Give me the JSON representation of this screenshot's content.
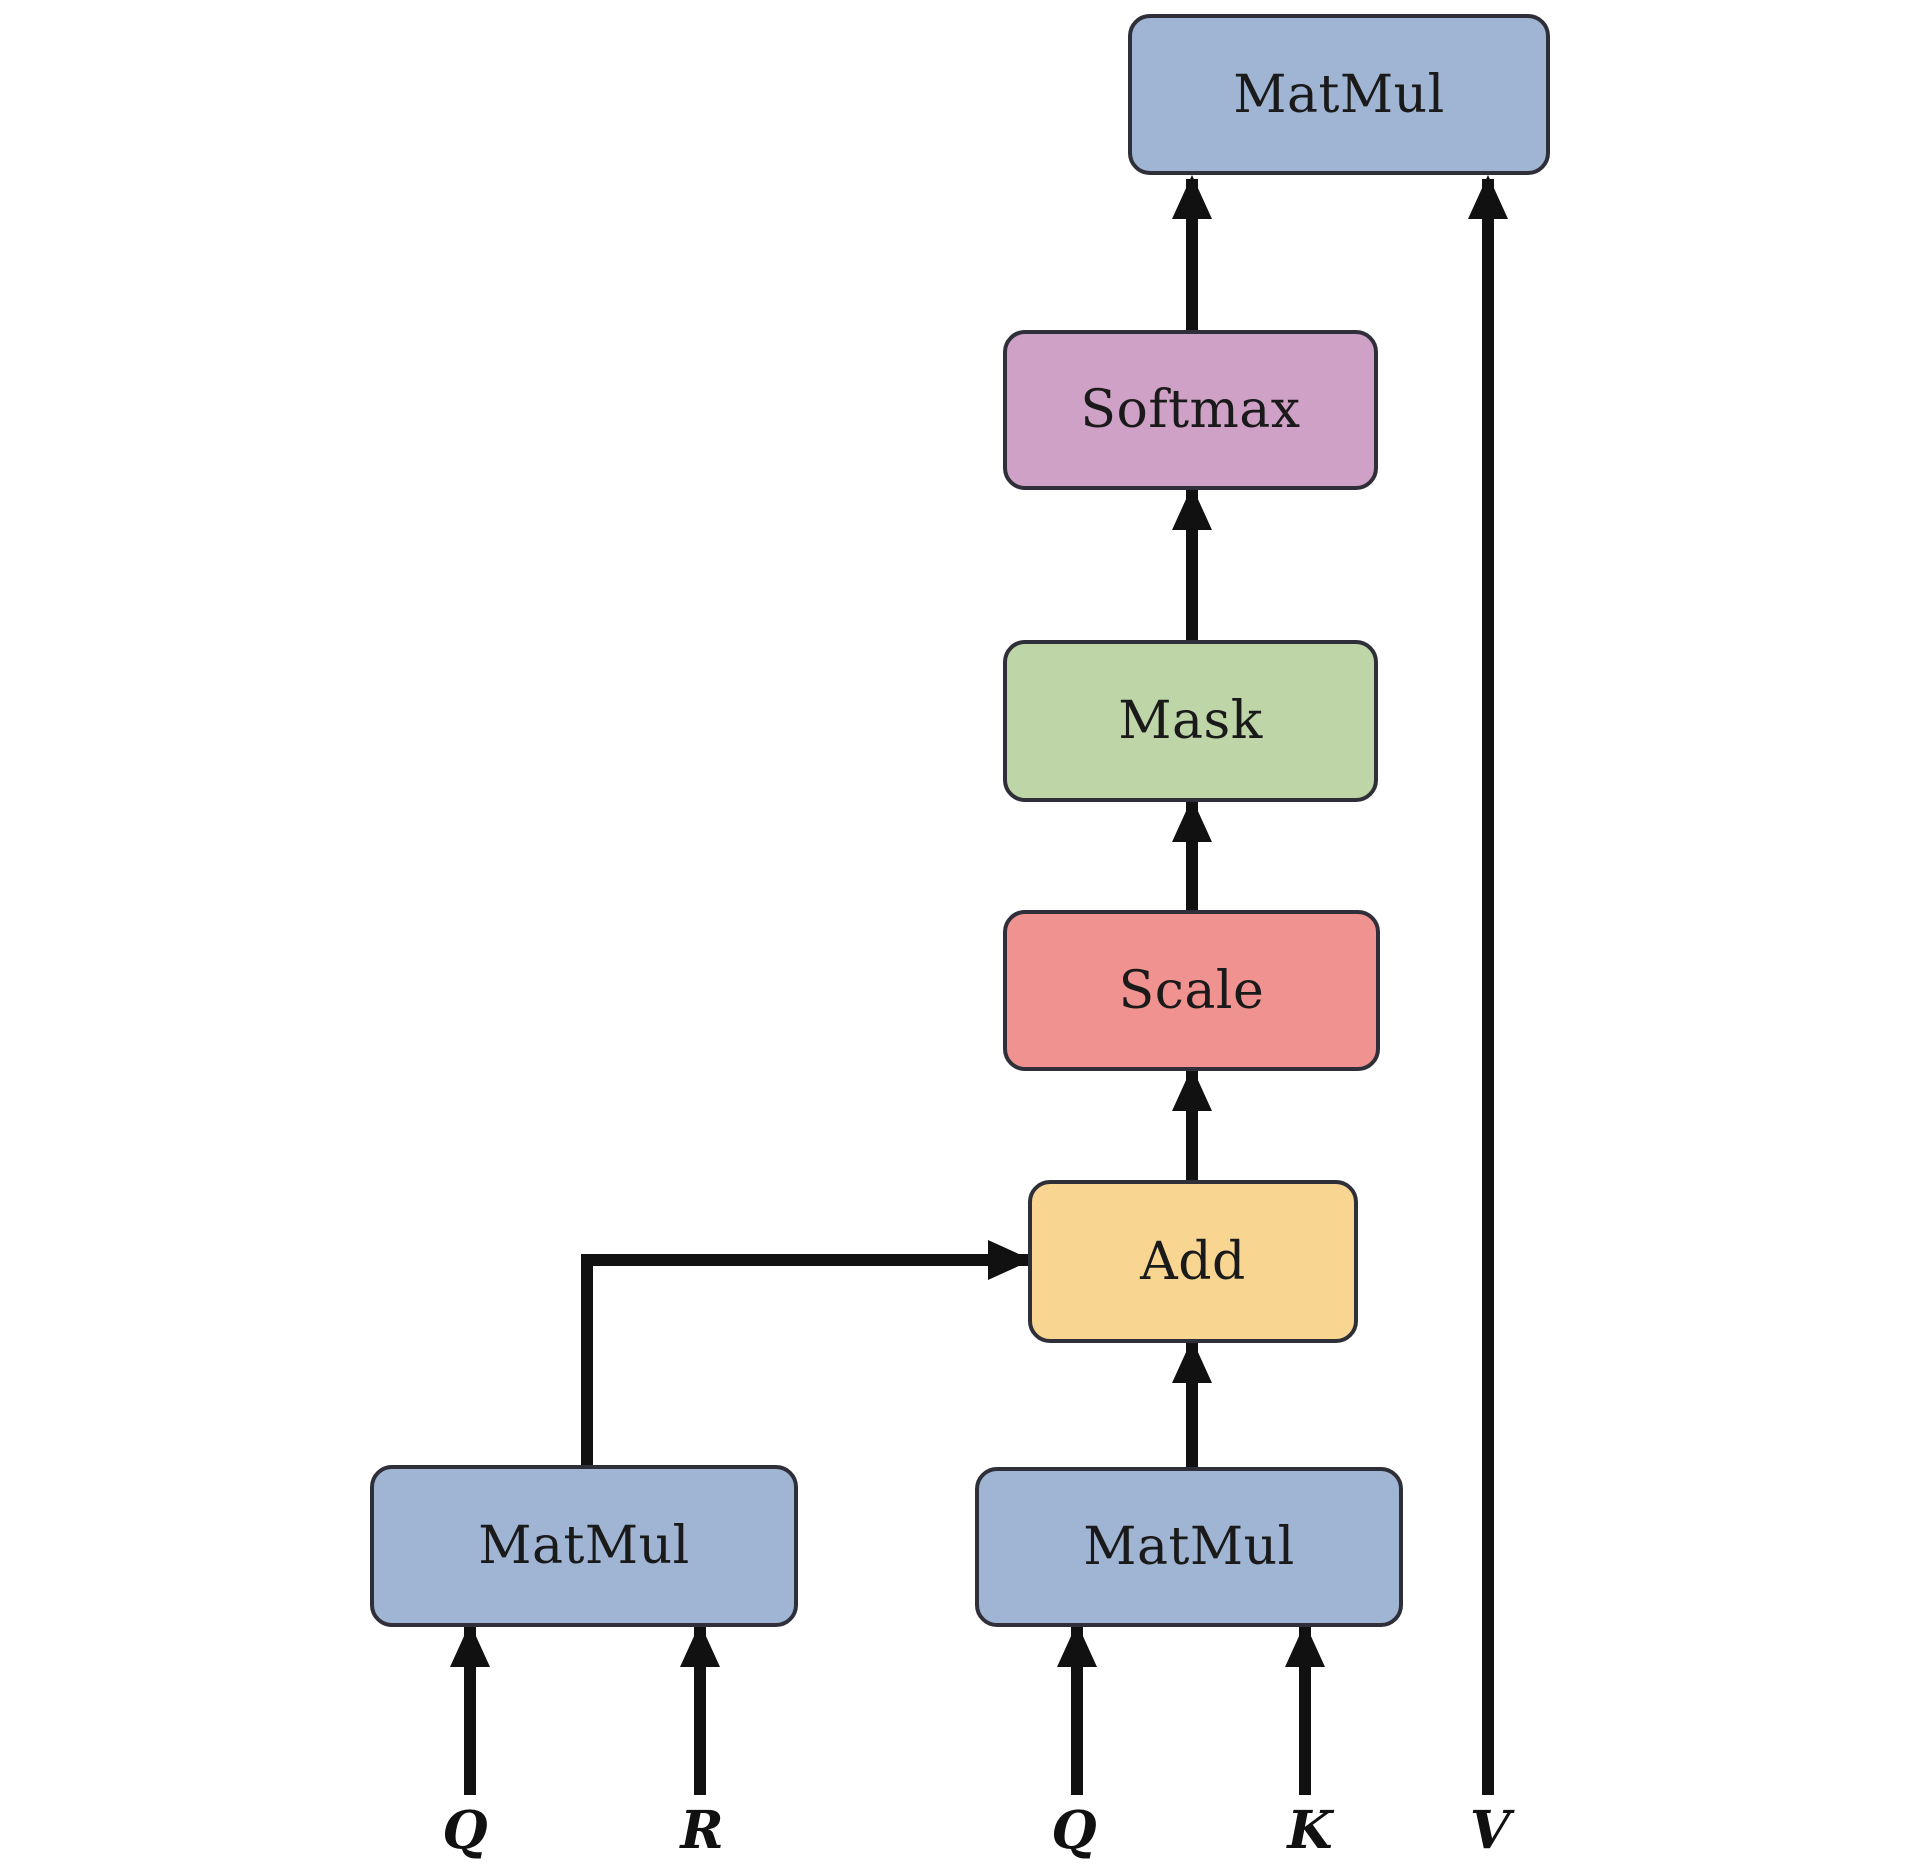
{
  "blocks": {
    "matmul_top": {
      "label": "MatMul",
      "color": "#a0b5d3"
    },
    "softmax": {
      "label": "Softmax",
      "color": "#cfa1c7"
    },
    "mask": {
      "label": "Mask",
      "color": "#bdd5a7"
    },
    "scale": {
      "label": "Scale",
      "color": "#f0928f"
    },
    "add": {
      "label": "Add",
      "color": "#f8d692"
    },
    "matmul_left": {
      "label": "MatMul",
      "color": "#a0b5d3"
    },
    "matmul_right": {
      "label": "MatMul",
      "color": "#a0b5d3"
    }
  },
  "inputs": {
    "q1": "Q",
    "r": "R",
    "q2": "Q",
    "k": "K",
    "v": "V"
  }
}
